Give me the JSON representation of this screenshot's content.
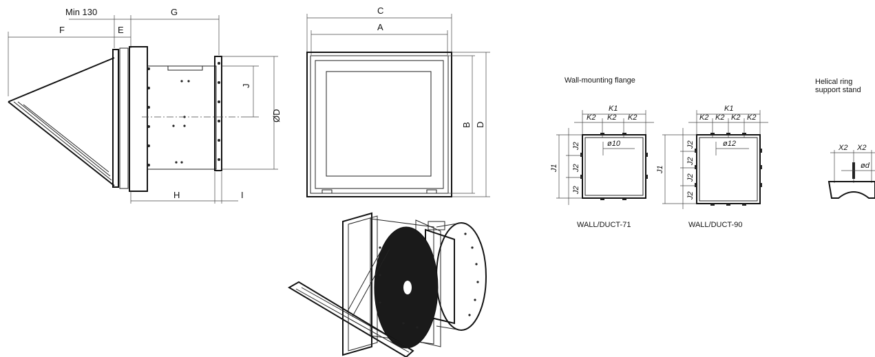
{
  "side_view": {
    "dim_min130": "Min 130",
    "dim_g": "G",
    "dim_f": "F",
    "dim_e": "E",
    "dim_j": "J",
    "dim_od": "ØD",
    "dim_h": "H",
    "dim_i": "I"
  },
  "front_view": {
    "dim_c": "C",
    "dim_a": "A",
    "dim_b": "B",
    "dim_d": "D"
  },
  "flange": {
    "title": "Wall-mounting flange",
    "duct71": {
      "k1": "K1",
      "k2": "K2",
      "j1": "J1",
      "j2": "J2",
      "hole": "ø10",
      "caption": "WALL/DUCT-71"
    },
    "duct90": {
      "k1": "K1",
      "k2": "K2",
      "j1": "J1",
      "j2": "J2",
      "hole": "ø12",
      "caption": "WALL/DUCT-90"
    }
  },
  "stand": {
    "title_line1": "Helical ring",
    "title_line2": "support stand",
    "x2": "X2",
    "od": "ød"
  }
}
